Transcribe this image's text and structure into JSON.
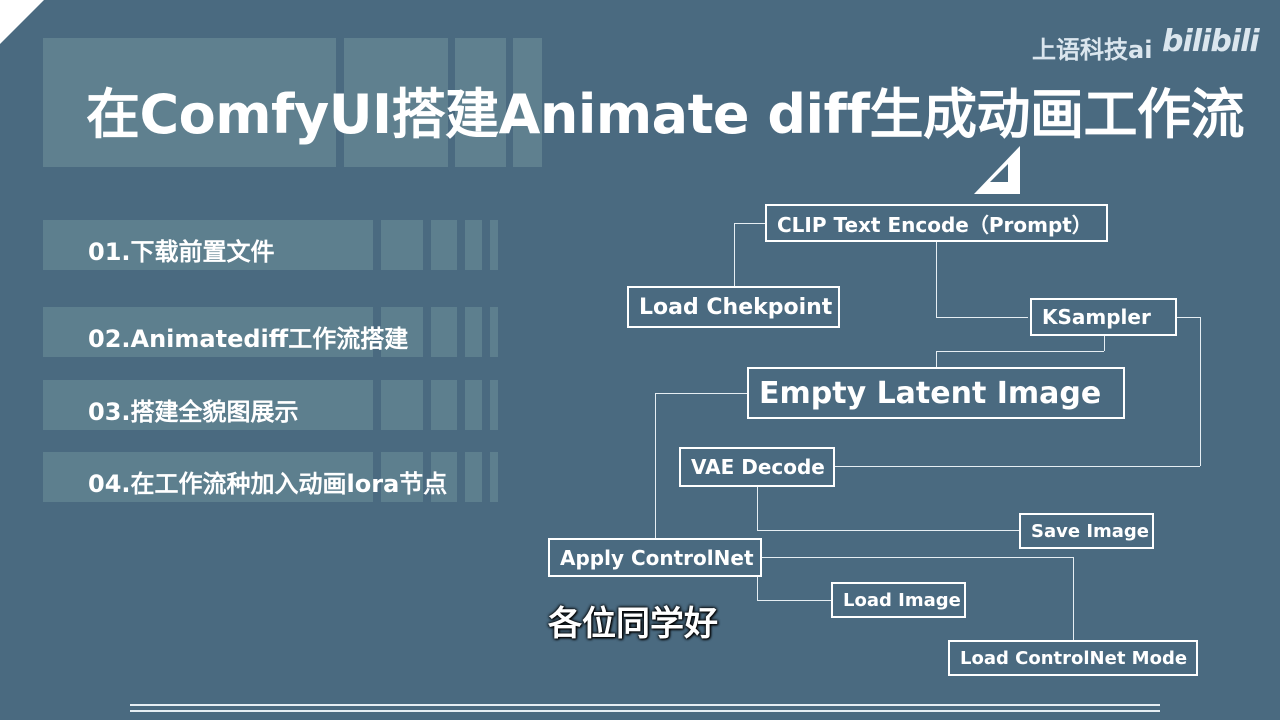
{
  "header": {
    "title": "在ComfyUI搭建Animate diff生成动画工作流",
    "brand": "上语科技ai",
    "platform_logo": "bilibili"
  },
  "menu": {
    "items": [
      {
        "label": "01.下载前置文件"
      },
      {
        "label": "02.Animatediff工作流搭建"
      },
      {
        "label": "03.搭建全貌图展示"
      },
      {
        "label": "04.在工作流种加入动画lora节点"
      }
    ]
  },
  "diagram": {
    "nodes": {
      "clip_text_encode": "CLIP Text Encode（Prompt）",
      "load_checkpoint": "Load Chekpoint",
      "ksampler": "KSampler",
      "empty_latent_image": "Empty Latent Image",
      "vae_decode": "VAE Decode",
      "save_image": "Save Image",
      "apply_controlnet": "Apply ControlNet",
      "load_image": "Load Image",
      "load_controlnet_model": "Load ControlNet Mode"
    }
  },
  "subtitle": "各位同学好",
  "colors": {
    "background": "#4a6a80",
    "panel": "#5f808f",
    "text": "#ffffff"
  }
}
